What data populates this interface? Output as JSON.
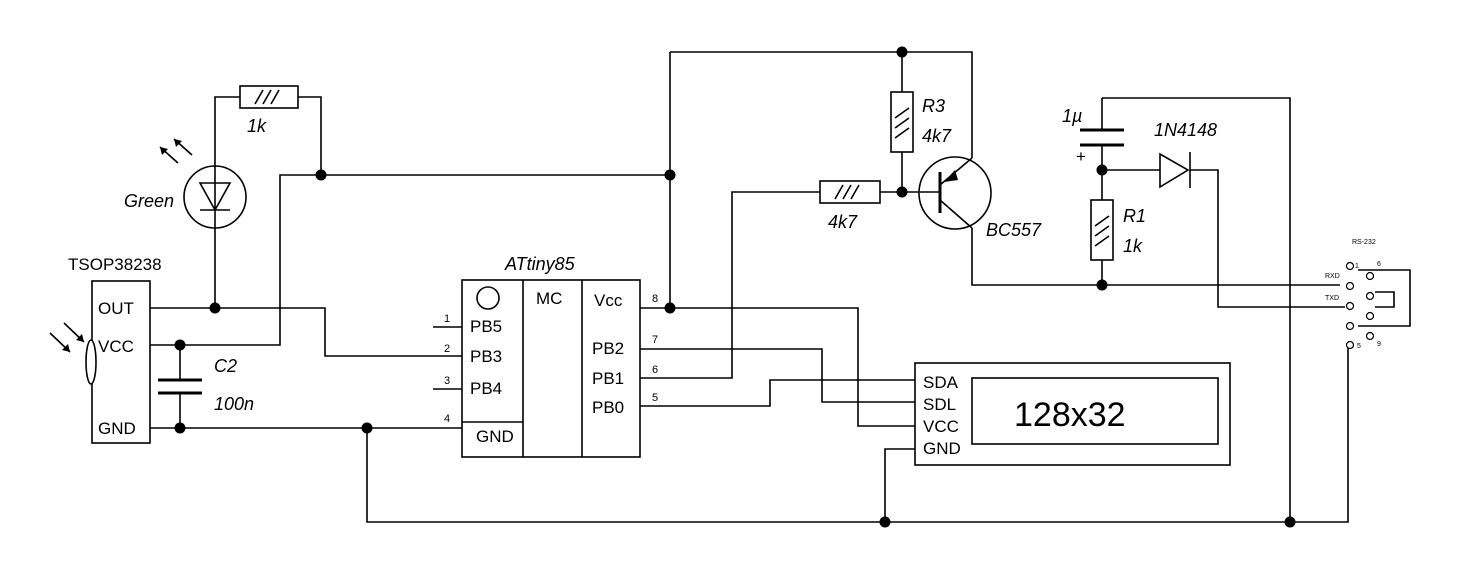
{
  "tsop": {
    "name": "TSOP38238",
    "out": "OUT",
    "vcc": "VCC",
    "gnd": "GND"
  },
  "led": {
    "color_label": "Green",
    "resistor": "1k"
  },
  "cap_c2": {
    "name": "C2",
    "value": "100n"
  },
  "mcu": {
    "name": "ATtiny85",
    "mc_label": "MC",
    "left_pins": [
      {
        "num": "1",
        "label": "PB5"
      },
      {
        "num": "2",
        "label": "PB3"
      },
      {
        "num": "3",
        "label": "PB4"
      },
      {
        "num": "4",
        "label": "GND"
      }
    ],
    "right_pins": [
      {
        "num": "8",
        "label": "Vcc"
      },
      {
        "num": "7",
        "label": "PB2"
      },
      {
        "num": "6",
        "label": "PB1"
      },
      {
        "num": "5",
        "label": "PB0"
      }
    ]
  },
  "r3": {
    "name": "R3",
    "value": "4k7"
  },
  "r_base": {
    "value": "4k7"
  },
  "transistor": {
    "name": "BC557"
  },
  "cap_1u": {
    "value": "1µ",
    "plus": "+"
  },
  "diode": {
    "name": "1N4148"
  },
  "r1": {
    "name": "R1",
    "value": "1k"
  },
  "oled": {
    "pins": [
      "SDA",
      "SDL",
      "VCC",
      "GND"
    ],
    "label": "128x32"
  },
  "rs232": {
    "title": "RS-232",
    "rxd": "RXD",
    "txd": "TXD",
    "pins": [
      "1",
      "6",
      "9",
      "5"
    ]
  }
}
